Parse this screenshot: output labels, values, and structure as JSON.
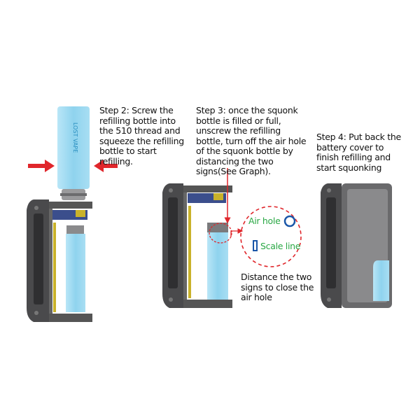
{
  "steps": {
    "step2": "Step 2: Screw the\nrefilling bottle into\nthe 510 thread and\nsqueeze the refilling\nbottle to start\nrefilling.",
    "step3": "Step 3: once the squonk\nbottle is filled or full,\nunscrew the refilling\nbottle, turn off the air hole\nof the squonk bottle by\ndistancing the two\nsigns(See Graph).",
    "step4": "Step 4: Put back the\nbattery cover to\nfinish refilling and\nstart squonking"
  },
  "callout": {
    "air_hole": "Air hole",
    "scale_line": "Scale line",
    "note": "Distance the two\nsigns to close the\nair hole"
  },
  "logo": "LOST VAPE",
  "colors": {
    "arrow": "#e0262b",
    "label_green": "#2aa845",
    "marker_blue": "#1a56a8",
    "bottle": "#8fd3ee",
    "device": "#4a4a4c"
  }
}
